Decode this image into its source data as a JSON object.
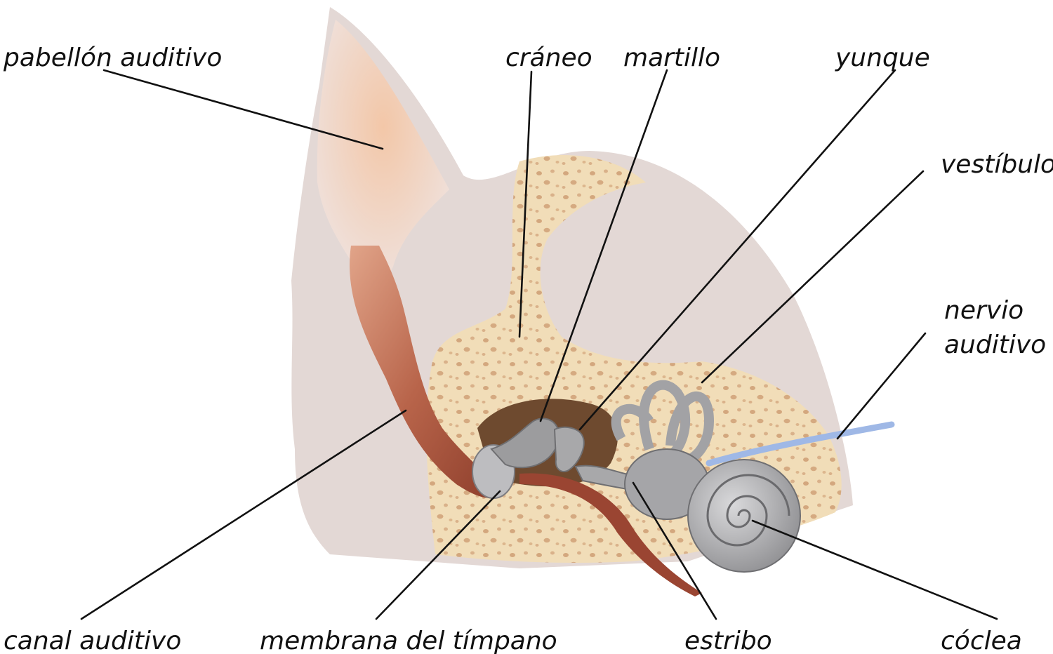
{
  "colors": {
    "skin": "#e3d8d5",
    "ear_inner": "#efe1dc",
    "canal": "#b8644a",
    "bone": "#f1ddb8",
    "bone_spot": "#c9956a",
    "cavity": "#6e4a2f",
    "ossicle": "#9c9c9e",
    "nerve": "#9fb8e6"
  },
  "labels": {
    "pinna": "pabellón auditivo",
    "skull": "cráneo",
    "malleus": "martillo",
    "incus": "yunque",
    "vestibule": "vestíbulo",
    "nerve_line1": "nervio",
    "nerve_line2": "auditivo",
    "canal": "canal auditivo",
    "eardrum": "membrana del tímpano",
    "stapes": "estribo",
    "cochlea": "cóclea"
  }
}
